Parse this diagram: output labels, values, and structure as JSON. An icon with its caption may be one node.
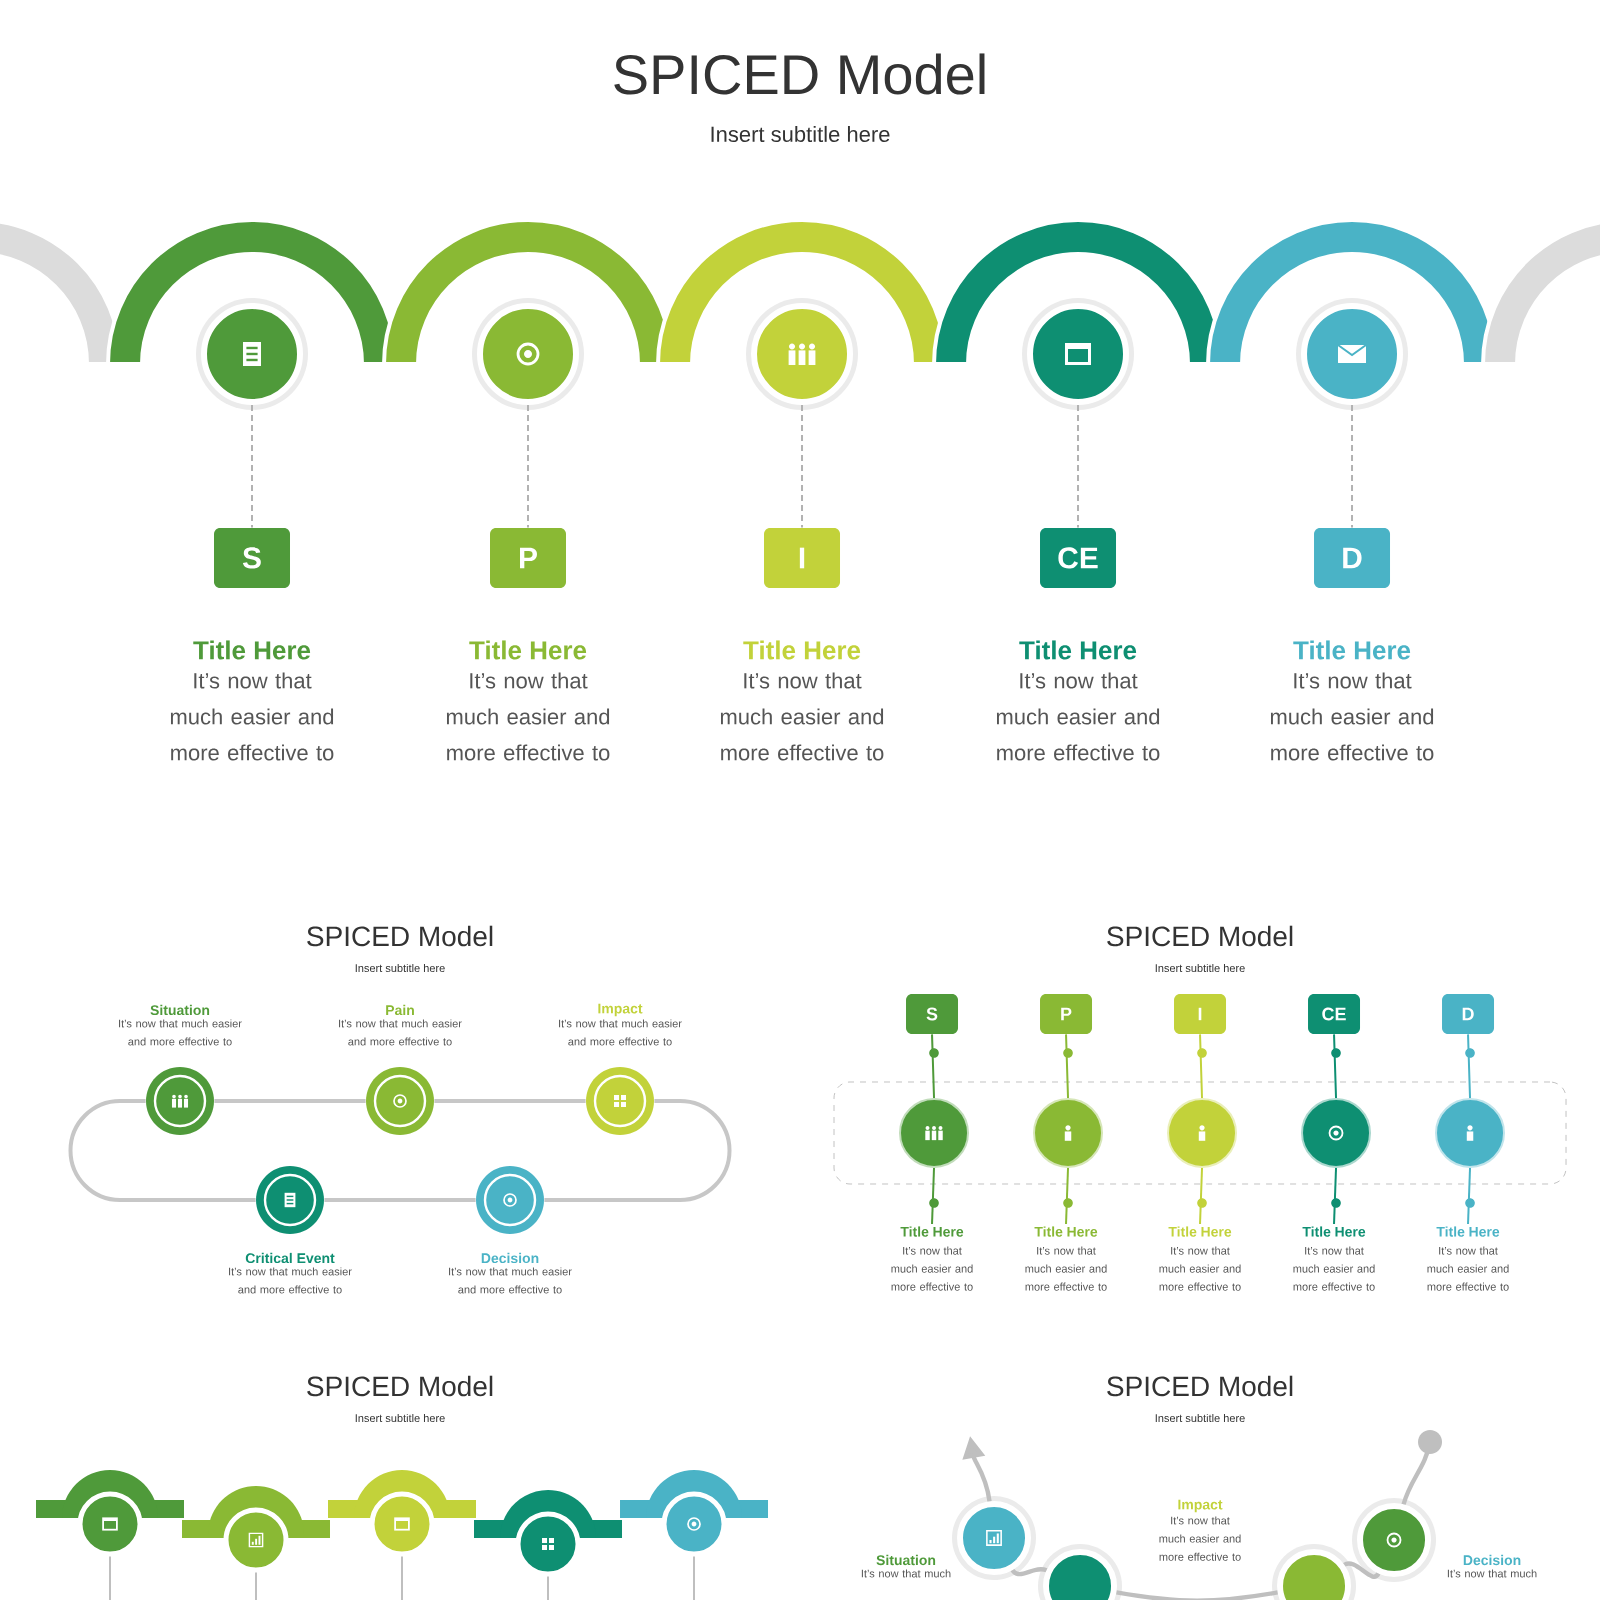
{
  "diagram": {
    "title": "SPICED Model",
    "nodes": [
      {
        "text": [],
        "shape": "circle"
      },
      {
        "text": [],
        "shape": "circle"
      },
      {
        "text": [],
        "shape": "circle"
      },
      {
        "text": [],
        "shape": "circle"
      },
      {
        "text": [],
        "shape": "circle"
      },
      {
        "text": [
          "S"
        ],
        "beside": [
          "Title Here",
          "It’s now that much easier and more effective to"
        ]
      },
      {
        "text": [
          "P"
        ],
        "beside": [
          "Title Here",
          "It’s now that much easier and more effective to"
        ]
      },
      {
        "text": [
          "I"
        ],
        "beside": [
          "Title Here",
          "It’s now that much easier and more effective to"
        ]
      },
      {
        "text": [
          "CE"
        ],
        "beside": [
          "Title Here",
          "It’s now that much easier and more effective to"
        ]
      },
      {
        "text": [
          "D"
        ],
        "beside": [
          "Title Here",
          "It’s now that much easier and more effective to"
        ]
      },
      {
        "text": [],
        "shape": "circle",
        "beside": [
          "Situation",
          "It’s now that much easier and more effective to"
        ]
      },
      {
        "text": [],
        "shape": "circle",
        "beside": [
          "Pain",
          "It’s now that much easier and more effective to"
        ]
      },
      {
        "text": [],
        "shape": "circle",
        "beside": [
          "Impact",
          "It’s now that much easier and more effective to"
        ]
      },
      {
        "text": [],
        "shape": "circle",
        "beside": [
          "Critical Event",
          "It’s now that much easier and more effective to"
        ]
      },
      {
        "text": [],
        "shape": "circle",
        "beside": [
          "Decision",
          "It’s now that much easier and more effective to"
        ]
      },
      {
        "text": [
          "S"
        ]
      },
      {
        "text": [
          "P"
        ]
      },
      {
        "text": [
          "I"
        ]
      },
      {
        "text": [
          "CE"
        ]
      },
      {
        "text": [
          "D"
        ]
      },
      {
        "text": [],
        "shape": "box"
      },
      {
        "text": [],
        "shape": "circle",
        "in": 20
      },
      {
        "text": [],
        "shape": "circle",
        "in": 20
      },
      {
        "text": [],
        "shape": "circle",
        "in": 20
      },
      {
        "text": [],
        "shape": "circle",
        "in": 20
      },
      {
        "text": [],
        "shape": "circle",
        "in": 20
      },
      {
        "text": [
          "Title Here",
          "It’s now that much easier and more effective to"
        ]
      },
      {
        "text": [
          "Title Here",
          "It’s now that much easier and more effective to"
        ]
      },
      {
        "text": [
          "Title Here",
          "It’s now that much easier and more effective to"
        ]
      },
      {
        "text": [
          "Title Here",
          "It’s now that much easier and more effective to"
        ]
      },
      {
        "text": [
          "Title Here",
          "It’s now that much easier and more effective to"
        ]
      },
      {
        "text": [],
        "shape": "circle"
      },
      {
        "text": [],
        "shape": "circle"
      },
      {
        "text": [],
        "shape": "circle"
      },
      {
        "text": [],
        "shape": "circle"
      },
      {
        "text": [],
        "shape": "circle"
      },
      {
        "text": [],
        "shape": "circle",
        "beside": [
          "Situation",
          "It’s now that much"
        ]
      },
      {
        "text": [],
        "shape": "circle"
      },
      {
        "text": [],
        "shape": "circle"
      },
      {
        "text": [],
        "shape": "circle",
        "beside": [
          "Decision",
          "It’s now that much"
        ]
      }
    ],
    "edges": [
      {
        "from": 0,
        "to": 5,
        "arrow": "none",
        "style": "dashed"
      },
      {
        "from": 1,
        "to": 6,
        "arrow": "none",
        "style": "dashed"
      },
      {
        "from": 2,
        "to": 7,
        "arrow": "none",
        "style": "dashed"
      },
      {
        "from": 3,
        "to": 8,
        "arrow": "none",
        "style": "dashed"
      },
      {
        "from": 4,
        "to": 9,
        "arrow": "none",
        "style": "dashed"
      },
      {
        "from": 10,
        "to": 11,
        "arrow": "none"
      },
      {
        "from": 11,
        "to": 12,
        "arrow": "none"
      },
      {
        "from": 12,
        "to": 14,
        "arrow": "none"
      },
      {
        "from": 14,
        "to": 13,
        "arrow": "none"
      },
      {
        "from": 13,
        "to": 10,
        "arrow": "none"
      },
      {
        "from": 21,
        "to": 15,
        "arrow": "none",
        "color": "#4f9a3a"
      },
      {
        "from": 21,
        "to": 26,
        "arrow": "none",
        "color": "#4f9a3a"
      },
      {
        "from": 22,
        "to": 16,
        "arrow": "none",
        "color": "#8ab934"
      },
      {
        "from": 22,
        "to": 27,
        "arrow": "none",
        "color": "#8ab934"
      },
      {
        "from": 23,
        "to": 17,
        "arrow": "none",
        "color": "#c2d23a"
      },
      {
        "from": 23,
        "to": 28,
        "arrow": "none",
        "color": "#c2d23a"
      },
      {
        "from": 24,
        "to": 18,
        "arrow": "none",
        "color": "#0e8f72"
      },
      {
        "from": 24,
        "to": 29,
        "arrow": "none",
        "color": "#0e8f72"
      },
      {
        "from": 25,
        "to": 19,
        "arrow": "none",
        "color": "#4ab3c6"
      },
      {
        "from": 25,
        "to": 30,
        "arrow": "none",
        "color": "#4ab3c6"
      },
      {
        "from": 31,
        "to": null,
        "arrow": "none"
      },
      {
        "from": 32,
        "to": null,
        "arrow": "none"
      },
      {
        "from": 33,
        "to": null,
        "arrow": "none"
      },
      {
        "from": 34,
        "to": null,
        "arrow": "none"
      },
      {
        "from": 35,
        "to": null,
        "arrow": "none"
      },
      {
        "from": 36,
        "to": null,
        "arrow": "to"
      },
      {
        "from": 36,
        "to": 37,
        "arrow": "none"
      },
      {
        "from": 37,
        "to": 38,
        "arrow": "none"
      },
      {
        "from": 38,
        "to": 39,
        "arrow": "none"
      },
      {
        "from": 39,
        "to": null,
        "arrow": "other"
      }
    ],
    "labels": [
      "Insert subtitle here",
      "SPICED Model",
      "Insert subtitle here",
      "SPICED Model",
      "Insert subtitle here",
      "SPICED Model",
      "Insert subtitle here",
      "SPICED Model",
      "Insert subtitle here",
      "Impact",
      "It’s now that much easier and more effective to"
    ]
  }
}
